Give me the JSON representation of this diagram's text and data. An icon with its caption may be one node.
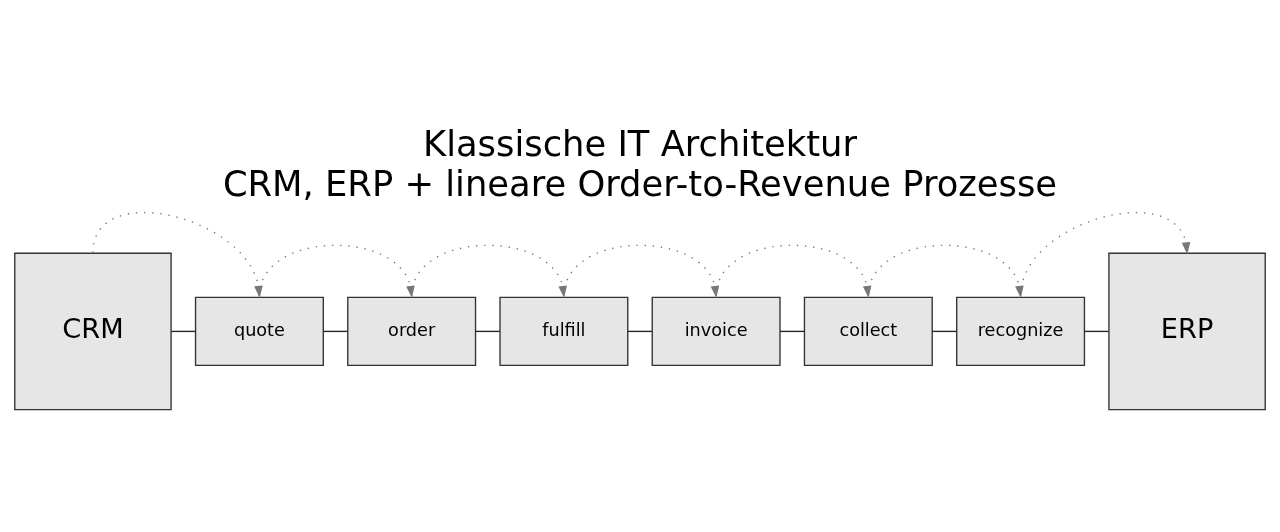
{
  "diagram": {
    "title": "Klassische IT Architektur",
    "caption": "CRM, ERP + lineare Order-to-Revenue Prozesse",
    "nodes": [
      {
        "text": [
          "CRM"
        ]
      },
      {
        "text": [
          "quote"
        ]
      },
      {
        "text": [
          "order"
        ]
      },
      {
        "text": [
          "fulfill"
        ]
      },
      {
        "text": [
          "invoice"
        ]
      },
      {
        "text": [
          "collect"
        ]
      },
      {
        "text": [
          "recognize"
        ]
      },
      {
        "text": [
          "ERP"
        ]
      }
    ],
    "edges": [
      {
        "from": 0,
        "to": 1,
        "arrow": "none"
      },
      {
        "from": 1,
        "to": 2,
        "arrow": "none"
      },
      {
        "from": 2,
        "to": 3,
        "arrow": "none"
      },
      {
        "from": 3,
        "to": 4,
        "arrow": "none"
      },
      {
        "from": 4,
        "to": 5,
        "arrow": "none"
      },
      {
        "from": 5,
        "to": 6,
        "arrow": "none"
      },
      {
        "from": 6,
        "to": 7,
        "arrow": "none"
      },
      {
        "from": 0,
        "to": 1,
        "arrow": "to",
        "style": "dashed",
        "color": "#777777"
      },
      {
        "from": 1,
        "to": 2,
        "arrow": "to",
        "style": "dashed",
        "color": "#777777"
      },
      {
        "from": 2,
        "to": 3,
        "arrow": "to",
        "style": "dashed",
        "color": "#777777"
      },
      {
        "from": 3,
        "to": 4,
        "arrow": "to",
        "style": "dashed",
        "color": "#777777"
      },
      {
        "from": 4,
        "to": 5,
        "arrow": "to",
        "style": "dashed",
        "color": "#777777"
      },
      {
        "from": 5,
        "to": 6,
        "arrow": "to",
        "style": "dashed",
        "color": "#777777"
      },
      {
        "from": 6,
        "to": 7,
        "arrow": "to",
        "style": "dashed",
        "color": "#777777"
      }
    ]
  }
}
